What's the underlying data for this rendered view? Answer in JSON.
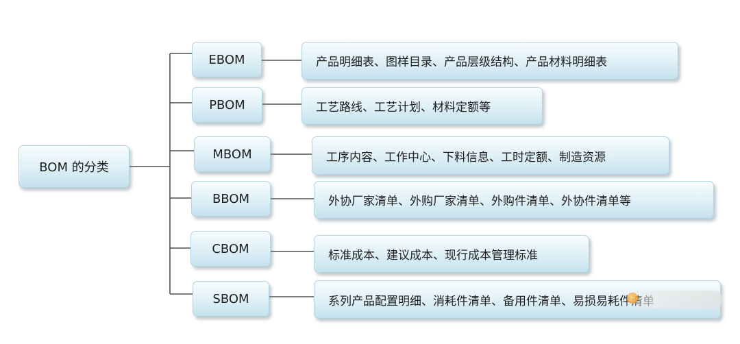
{
  "root": {
    "label": "BOM 的分类"
  },
  "categories": [
    {
      "label": "EBOM",
      "description": "产品明细表、图样目录、产品层级结构、产品材料明细表"
    },
    {
      "label": "PBOM",
      "description": "工艺路线、工艺计划、材料定额等"
    },
    {
      "label": "MBOM",
      "description": "工序内容、工作中心、下料信息、工时定额、制造资源"
    },
    {
      "label": "BBOM",
      "description": "外协厂家清单、外购厂家清单、外购件清单、外协件清单等"
    },
    {
      "label": "CBOM",
      "description": "标准成本、建议成本、现行成本管理标准"
    },
    {
      "label": "SBOM",
      "description": "系列产品配置明细、消耗件清单、备用件清单、易损易耗件清单"
    }
  ]
}
